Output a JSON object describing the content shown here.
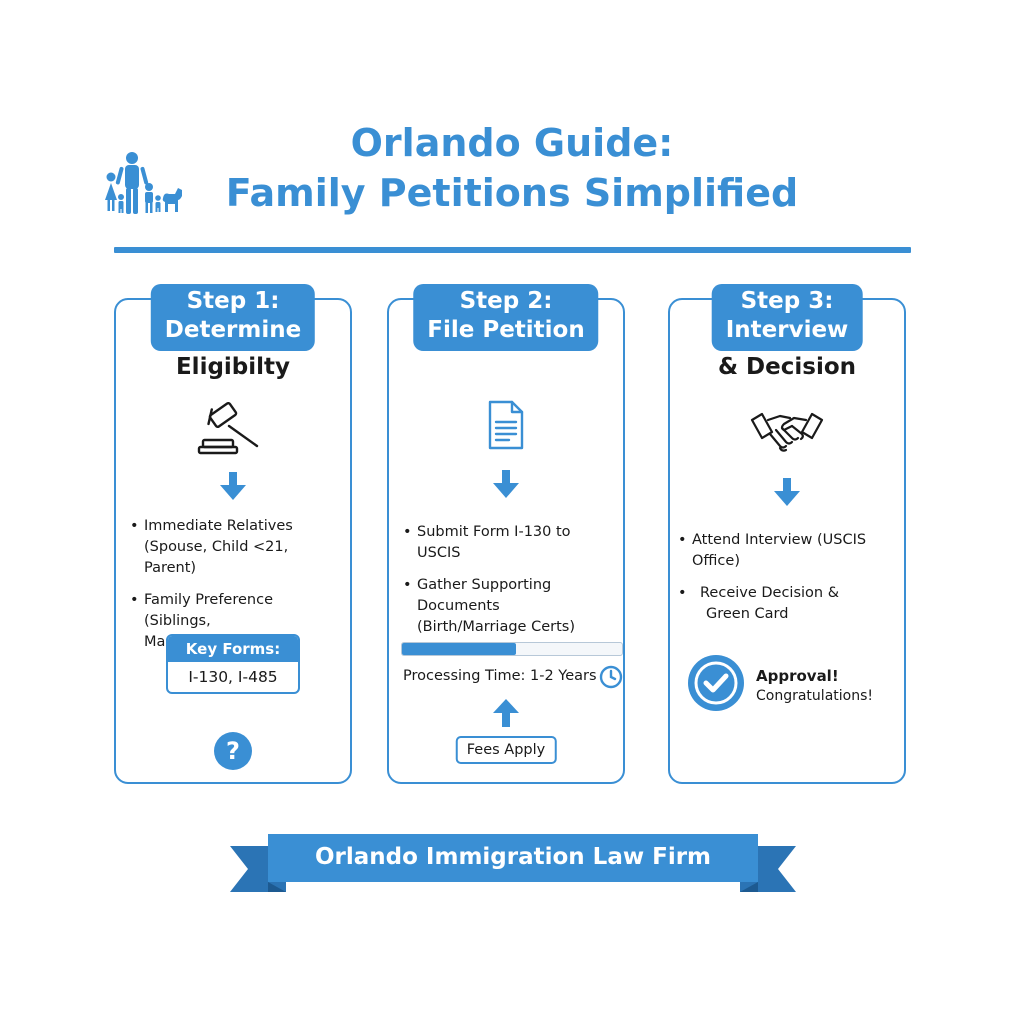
{
  "header": {
    "title_line1": "Orlando Guide:",
    "title_line2": "Family Petitions Simplified"
  },
  "steps": [
    {
      "tag_line1": "Step 1:",
      "tag_line2": "Determine",
      "subtitle": "Eligibilty",
      "icon": "gavel-icon",
      "bullets": [
        {
          "line1": "Immediate Relatives",
          "line2": "(Spouse, Child <21, Parent)"
        },
        {
          "line1": "Family Preference (Siblings,",
          "line2": "Married Children)"
        }
      ],
      "key_forms": {
        "label": "Key Forms:",
        "value": "I-130, I-485"
      },
      "help_symbol": "?"
    },
    {
      "tag_line1": "Step 2:",
      "tag_line2": "File Petition",
      "icon": "document-icon",
      "bullets": [
        {
          "line1": "Submit Form I-130 to USCIS",
          "line2": ""
        },
        {
          "line1": "Gather Supporting Documents",
          "line2": "(Birth/Marriage Certs)"
        }
      ],
      "progress": 0.52,
      "processing_time": "Processing Time: 1-2 Years",
      "fees_label": "Fees Apply"
    },
    {
      "tag_line1": "Step 3:",
      "tag_line2": "Interview",
      "subtitle": "& Decision",
      "icon": "handshake-icon",
      "bullets": [
        {
          "line1": "Attend Interview (USCIS Office)",
          "line2": ""
        },
        {
          "line1": "Receive Decision &",
          "line2": "Green Card"
        }
      ],
      "approval_title": "Approval!",
      "approval_sub": "Congratulations!"
    }
  ],
  "footer": {
    "banner_text": "Orlando Immigration Law Firm"
  },
  "colors": {
    "accent": "#3a8fd4",
    "ribbon_dark": "#2b74b5",
    "text": "#1a1a1a"
  }
}
